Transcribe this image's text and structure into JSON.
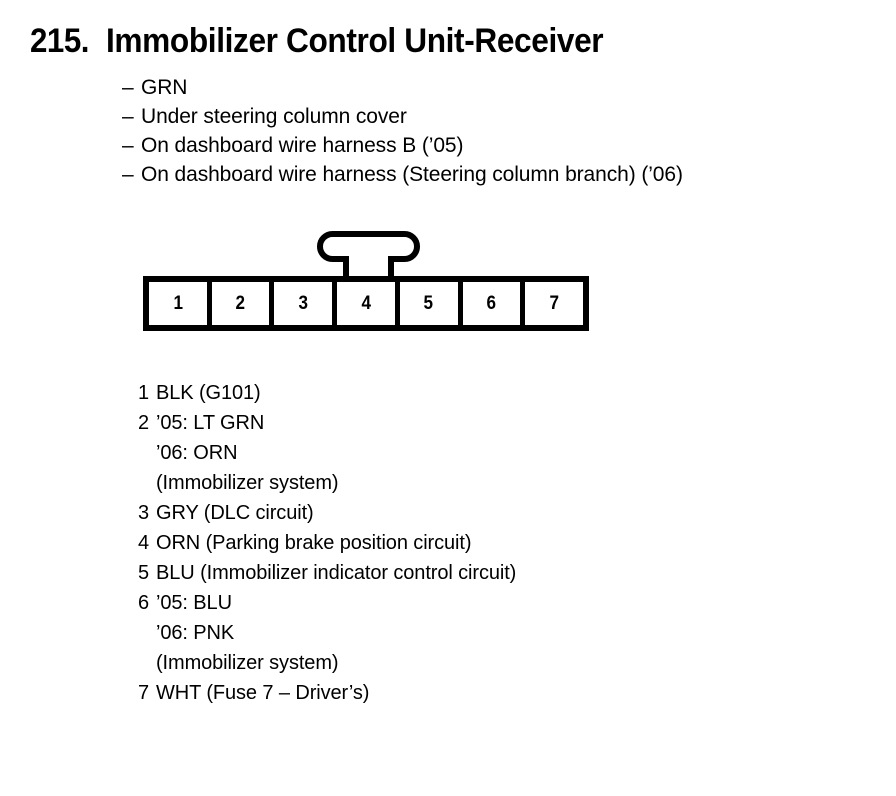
{
  "heading": {
    "number": "215.",
    "title": "Immobilizer Control Unit-Receiver"
  },
  "notes": {
    "dash": "–",
    "items": [
      "GRN",
      "Under steering column cover",
      "On dashboard wire harness B (’05)",
      "On dashboard wire harness (Steering column branch) (’06)"
    ]
  },
  "connector": {
    "pins": [
      "1",
      "2",
      "3",
      "4",
      "5",
      "6",
      "7"
    ],
    "latch": "latch-tab"
  },
  "legend": {
    "entries": [
      {
        "number": "1",
        "lines": [
          "BLK (G101)"
        ]
      },
      {
        "number": "2",
        "lines": [
          "’05: LT GRN",
          "’06: ORN",
          "(Immobilizer system)"
        ]
      },
      {
        "number": "3",
        "lines": [
          "GRY (DLC circuit)"
        ]
      },
      {
        "number": "4",
        "lines": [
          "ORN (Parking brake position circuit)"
        ]
      },
      {
        "number": "5",
        "lines": [
          "BLU (Immobilizer indicator control circuit)"
        ]
      },
      {
        "number": "6",
        "lines": [
          "’05: BLU",
          "’06: PNK",
          "(Immobilizer system)"
        ]
      },
      {
        "number": "7",
        "lines": [
          "WHT (Fuse 7 – Driver’s)"
        ]
      }
    ]
  },
  "colors": {
    "ink": "#000000",
    "paper": "#ffffff"
  }
}
